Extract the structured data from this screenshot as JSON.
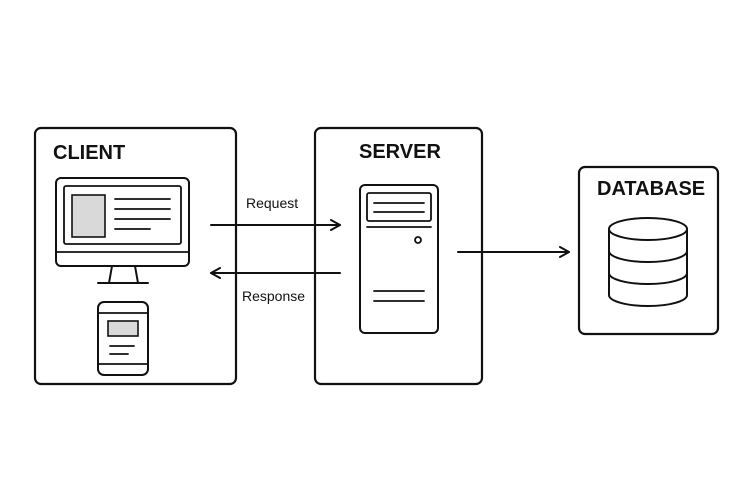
{
  "nodes": {
    "client": {
      "title": "CLIENT"
    },
    "server": {
      "title": "SERVER"
    },
    "database": {
      "title": "DATABASE"
    }
  },
  "edges": {
    "request": {
      "label": "Request"
    },
    "response": {
      "label": "Response"
    }
  },
  "icons": {
    "client_desktop": "desktop-monitor-icon",
    "client_mobile": "mobile-phone-icon",
    "server": "server-tower-icon",
    "database": "database-cylinder-icon"
  },
  "colors": {
    "stroke": "#111111",
    "background": "#ffffff",
    "placeholder_fill": "#d9d9d9"
  }
}
